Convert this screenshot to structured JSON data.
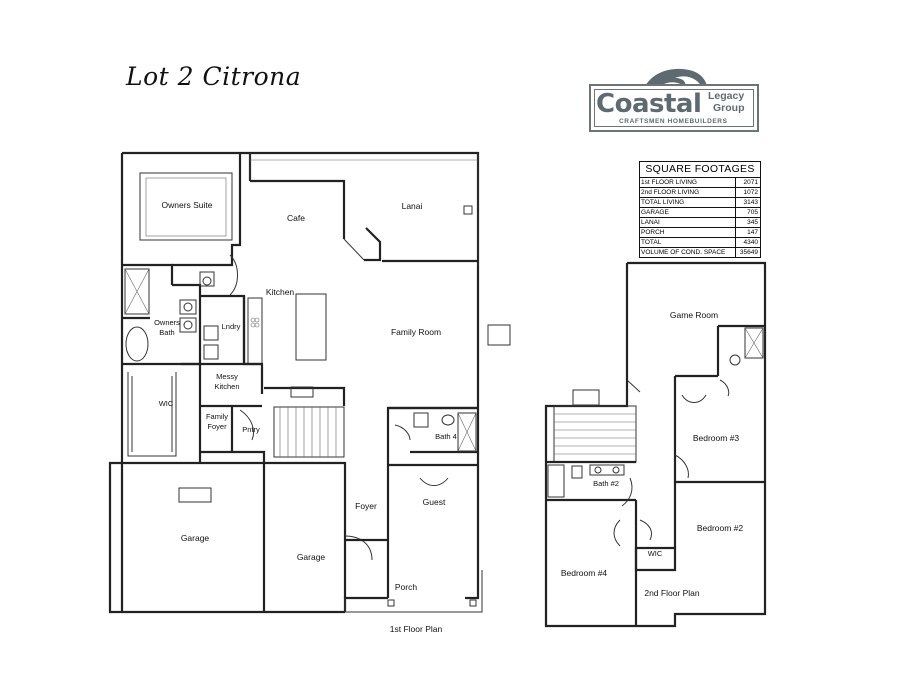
{
  "title": "Lot 2 Citrona",
  "logo": {
    "main": "Coastal",
    "sub1": "Legacy",
    "sub2": "Group",
    "tagline": "CRAFTSMEN HOMEBUILDERS"
  },
  "square_footages": {
    "heading": "SQUARE FOOTAGES",
    "rows": [
      {
        "label": "1st FLOOR LIVING",
        "value": "2071"
      },
      {
        "label": "2nd FLOOR LIVING",
        "value": "1072"
      },
      {
        "label": "TOTAL LIVING",
        "value": "3143"
      },
      {
        "label": "GARAGE",
        "value": "705"
      },
      {
        "label": "LANAI",
        "value": "345"
      },
      {
        "label": "PORCH",
        "value": "147"
      },
      {
        "label": "TOTAL",
        "value": "4340"
      },
      {
        "label": "VOLUME OF COND. SPACE",
        "value": "35649"
      }
    ]
  },
  "first_floor": {
    "caption": "1st Floor Plan",
    "rooms": {
      "owners_suite": "Owners Suite",
      "cafe": "Cafe",
      "lanai": "Lanai",
      "kitchen": "Kitchen",
      "owners_bath": "Owners Bath",
      "owners_bath_l1": "Owners",
      "owners_bath_l2": "Bath",
      "lndry": "Lndry",
      "family_room": "Family Room",
      "messy_kitchen_l1": "Messy",
      "messy_kitchen_l2": "Kitchen",
      "wic": "WIC",
      "family_foyer_l1": "Family",
      "family_foyer_l2": "Foyer",
      "pntry": "Pntry",
      "bath4": "Bath 4",
      "guest": "Guest",
      "garage_left": "Garage",
      "garage_right": "Garage",
      "foyer": "Foyer",
      "porch": "Porch"
    }
  },
  "second_floor": {
    "caption": "2nd Floor Plan",
    "rooms": {
      "game_room": "Game Room",
      "bedroom3": "Bedroom #3",
      "bath2": "Bath #2",
      "bedroom2": "Bedroom #2",
      "wic": "WIC",
      "bedroom4": "Bedroom #4"
    }
  }
}
